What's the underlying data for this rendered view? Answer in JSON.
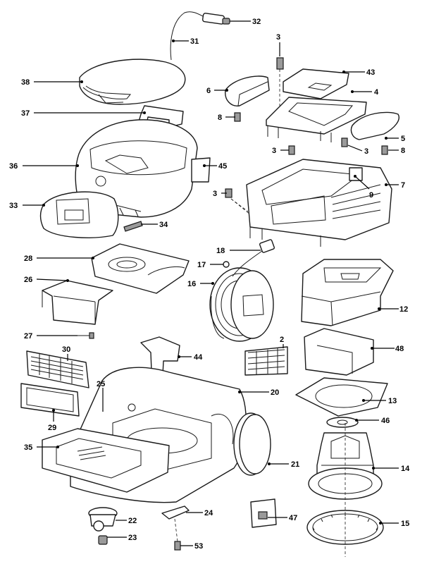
{
  "callouts": {
    "c32": "32",
    "c31": "31",
    "c3a": "3",
    "c43": "43",
    "c38": "38",
    "c6": "6",
    "c4": "4",
    "c8a": "8",
    "c37": "37",
    "c5": "5",
    "c3b": "3",
    "c3c": "3",
    "c8b": "8",
    "c36": "36",
    "c45": "45",
    "c3d": "3",
    "c9": "9",
    "c7": "7",
    "c33": "33",
    "c34": "34",
    "c28": "28",
    "c18": "18",
    "c17": "17",
    "c26": "26",
    "c16": "16",
    "c12": "12",
    "c27": "27",
    "c2": "2",
    "c30": "30",
    "c44": "44",
    "c48": "48",
    "c25": "25",
    "c20": "20",
    "c29": "29",
    "c13": "13",
    "c46": "46",
    "c35": "35",
    "c21": "21",
    "c14": "14",
    "c24": "24",
    "c22": "22",
    "c47": "47",
    "c15": "15",
    "c23": "23",
    "c53": "53"
  }
}
